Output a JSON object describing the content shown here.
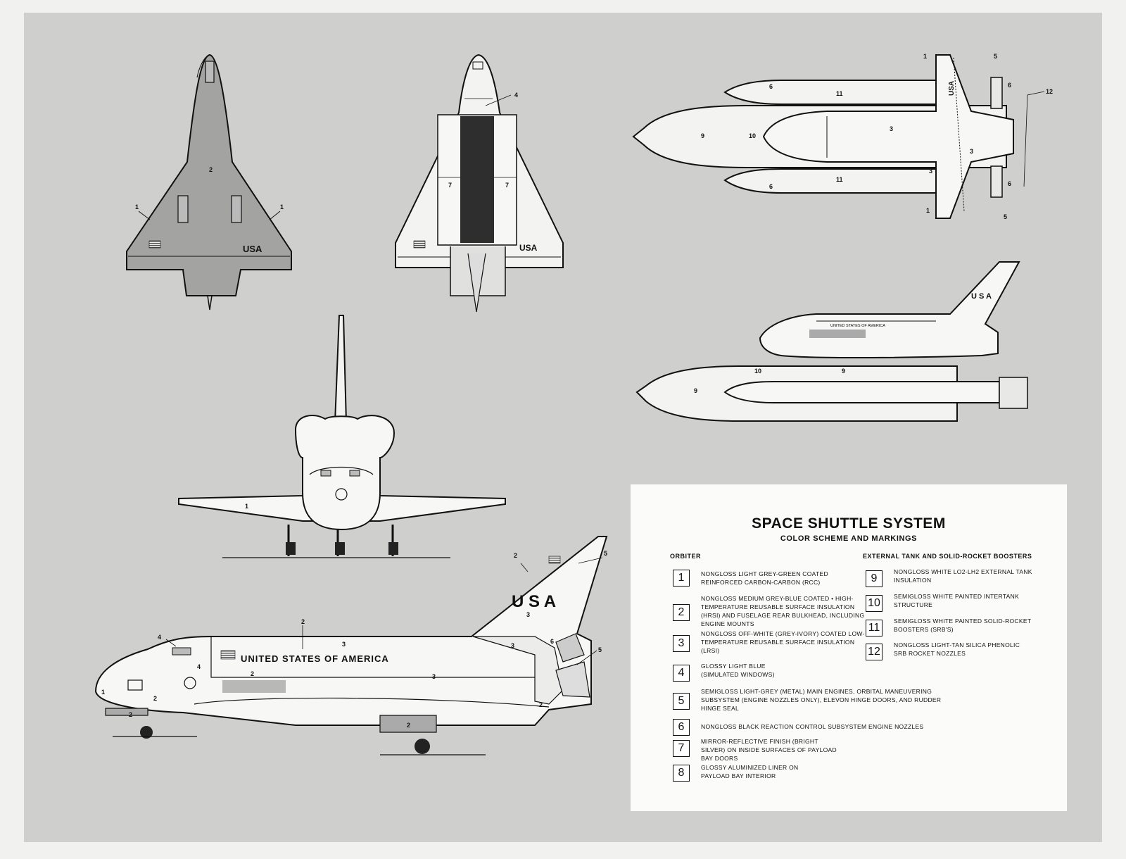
{
  "legend": {
    "title": "SPACE SHUTTLE SYSTEM",
    "subtitle": "COLOR SCHEME AND MARKINGS",
    "orbiter_heading": "ORBITER",
    "et_srb_heading": "EXTERNAL TANK AND SOLID-ROCKET BOOSTERS",
    "orbiter_items": [
      {
        "num": "1",
        "text": "NONGLOSS LIGHT GREY-GREEN COATED REINFORCED CARBON-CARBON (RCC)"
      },
      {
        "num": "2",
        "text": "NONGLOSS MEDIUM GREY-BLUE COATED • HIGH-TEMPERATURE REUSABLE SURFACE INSULATION (HRSI) AND FUSELAGE REAR BULKHEAD, INCLUDING ENGINE MOUNTS"
      },
      {
        "num": "3",
        "text": "NONGLOSS OFF-WHITE (GREY-IVORY) COATED LOW-TEMPERATURE REUSABLE SURFACE INSULATION (LRSI)"
      },
      {
        "num": "4",
        "text": "GLOSSY LIGHT BLUE (SIMULATED WINDOWS)"
      },
      {
        "num": "5",
        "text": "SEMIGLOSS LIGHT-GREY (METAL) MAIN ENGINES, ORBITAL MANEUVERING SUBSYSTEM (ENGINE NOZZLES ONLY), ELEVON HINGE DOORS, AND RUDDER HINGE SEAL"
      },
      {
        "num": "6",
        "text": "NONGLOSS BLACK REACTION CONTROL SUBSYSTEM ENGINE NOZZLES"
      },
      {
        "num": "7",
        "text": "MIRROR-REFLECTIVE FINISH (BRIGHT SILVER) ON INSIDE SURFACES OF PAYLOAD BAY DOORS"
      },
      {
        "num": "8",
        "text": "GLOSSY ALUMINIZED LINER ON PAYLOAD BAY INTERIOR"
      }
    ],
    "et_srb_items": [
      {
        "num": "9",
        "text": "NONGLOSS WHITE LO2-LH2 EXTERNAL TANK INSULATION"
      },
      {
        "num": "10",
        "text": "SEMIGLOSS WHITE PAINTED INTERTANK STRUCTURE"
      },
      {
        "num": "11",
        "text": "SEMIGLOSS WHITE PAINTED SOLID-ROCKET BOOSTERS (SRB'S)"
      },
      {
        "num": "12",
        "text": "NONGLOSS LIGHT-TAN SILICA PHENOLIC SRB ROCKET NOZZLES"
      }
    ]
  },
  "markings": {
    "usa": "USA",
    "usa_spaced": "U S A",
    "fuselage": "UNITED STATES OF AMERICA"
  },
  "callouts": {
    "c1": "1",
    "c2": "2",
    "c3": "3",
    "c4": "4",
    "c5": "5",
    "c6": "6",
    "c7": "7",
    "c9": "9",
    "c10": "10",
    "c11": "11",
    "c12": "12"
  },
  "colors": {
    "paper": "#cfcfcd",
    "ink": "#111111",
    "tile_grey": "#9d9d9b",
    "white": "#fbfbfa",
    "payload_dark": "#2a2a2a"
  }
}
